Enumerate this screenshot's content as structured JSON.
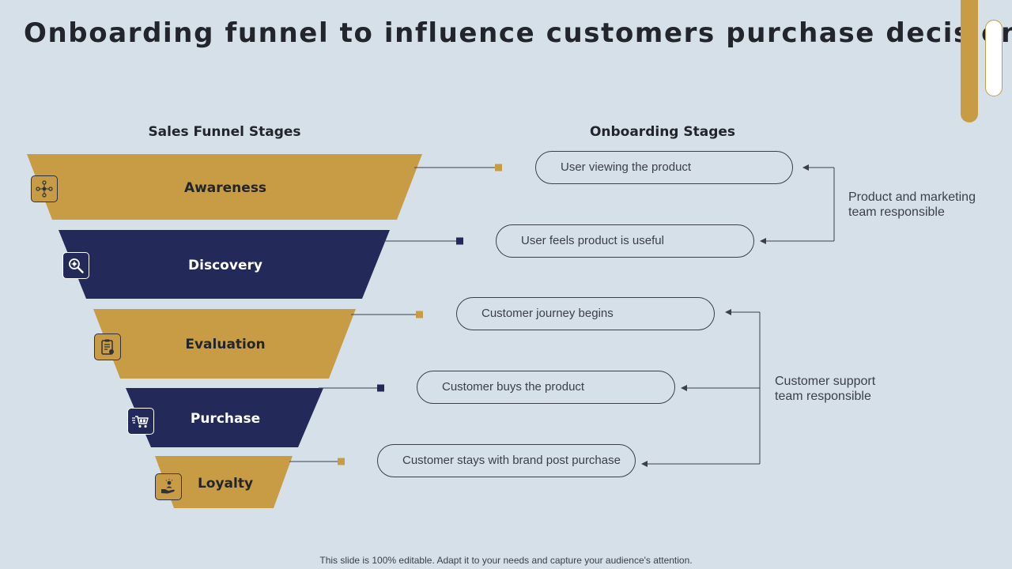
{
  "title": "Onboarding funnel to influence customers purchase decision",
  "headers": {
    "sales": "Sales Funnel Stages",
    "onboarding": "Onboarding Stages"
  },
  "stages": [
    {
      "label": "Awareness",
      "icon": "people-network-icon"
    },
    {
      "label": "Discovery",
      "icon": "magnifier-gear-icon"
    },
    {
      "label": "Evaluation",
      "icon": "clipboard-icon"
    },
    {
      "label": "Purchase",
      "icon": "shopping-cart-icon"
    },
    {
      "label": "Loyalty",
      "icon": "hand-person-icon"
    }
  ],
  "onboarding": [
    "User viewing the product",
    "User feels product is useful",
    "Customer journey begins",
    "Customer buys the product",
    "Customer stays with brand post purchase"
  ],
  "teams": {
    "marketing": "Product and marketing team responsible",
    "support": "Customer support team responsible"
  },
  "footer": "This slide is 100% editable. Adapt it to your needs and capture your audience's attention.",
  "colors": {
    "background": "#d6e0e8",
    "gold": "#c89c45",
    "navy": "#232a5a",
    "text": "#22252c"
  }
}
